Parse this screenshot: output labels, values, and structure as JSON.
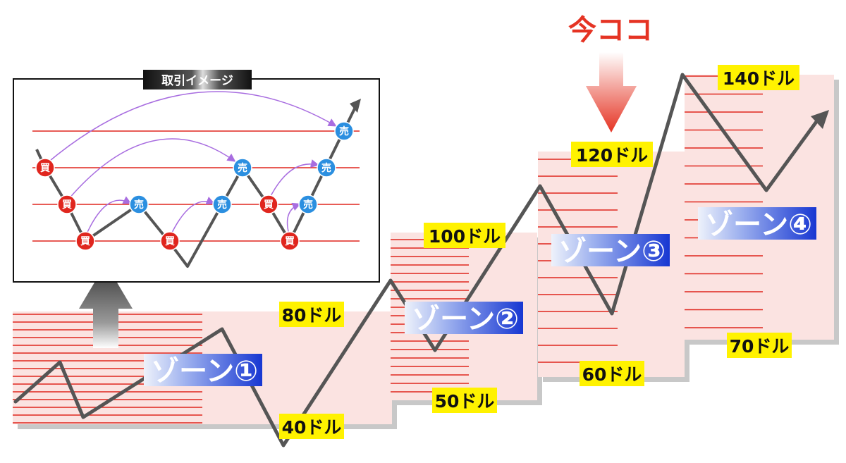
{
  "callout": {
    "text": "今ココ"
  },
  "inset": {
    "title": "取引イメージ",
    "buy_label": "買",
    "sell_label": "売"
  },
  "zones": [
    {
      "label": "ゾーン①",
      "upper": "80ドル",
      "lower": "40ドル"
    },
    {
      "label": "ゾーン②",
      "upper": "100ドル",
      "lower": "50ドル"
    },
    {
      "label": "ゾーン③",
      "upper": "120ドル",
      "lower": "60ドル"
    },
    {
      "label": "ゾーン④",
      "upper": "140ドル",
      "lower": "70ドル"
    }
  ],
  "colors": {
    "grid_line": "#e0261e",
    "zone_fill": "#fbe3e1",
    "zone_shadow": "#c8c8c8",
    "price_line": "#555555",
    "label_bg": "#fff200",
    "zone_label_start": "#e8eef8",
    "zone_label_end": "#1a3fd6",
    "buy_badge": "#e0261e",
    "sell_badge": "#2b8fe0",
    "arc": "#a86de0",
    "callout": "#e53323"
  }
}
